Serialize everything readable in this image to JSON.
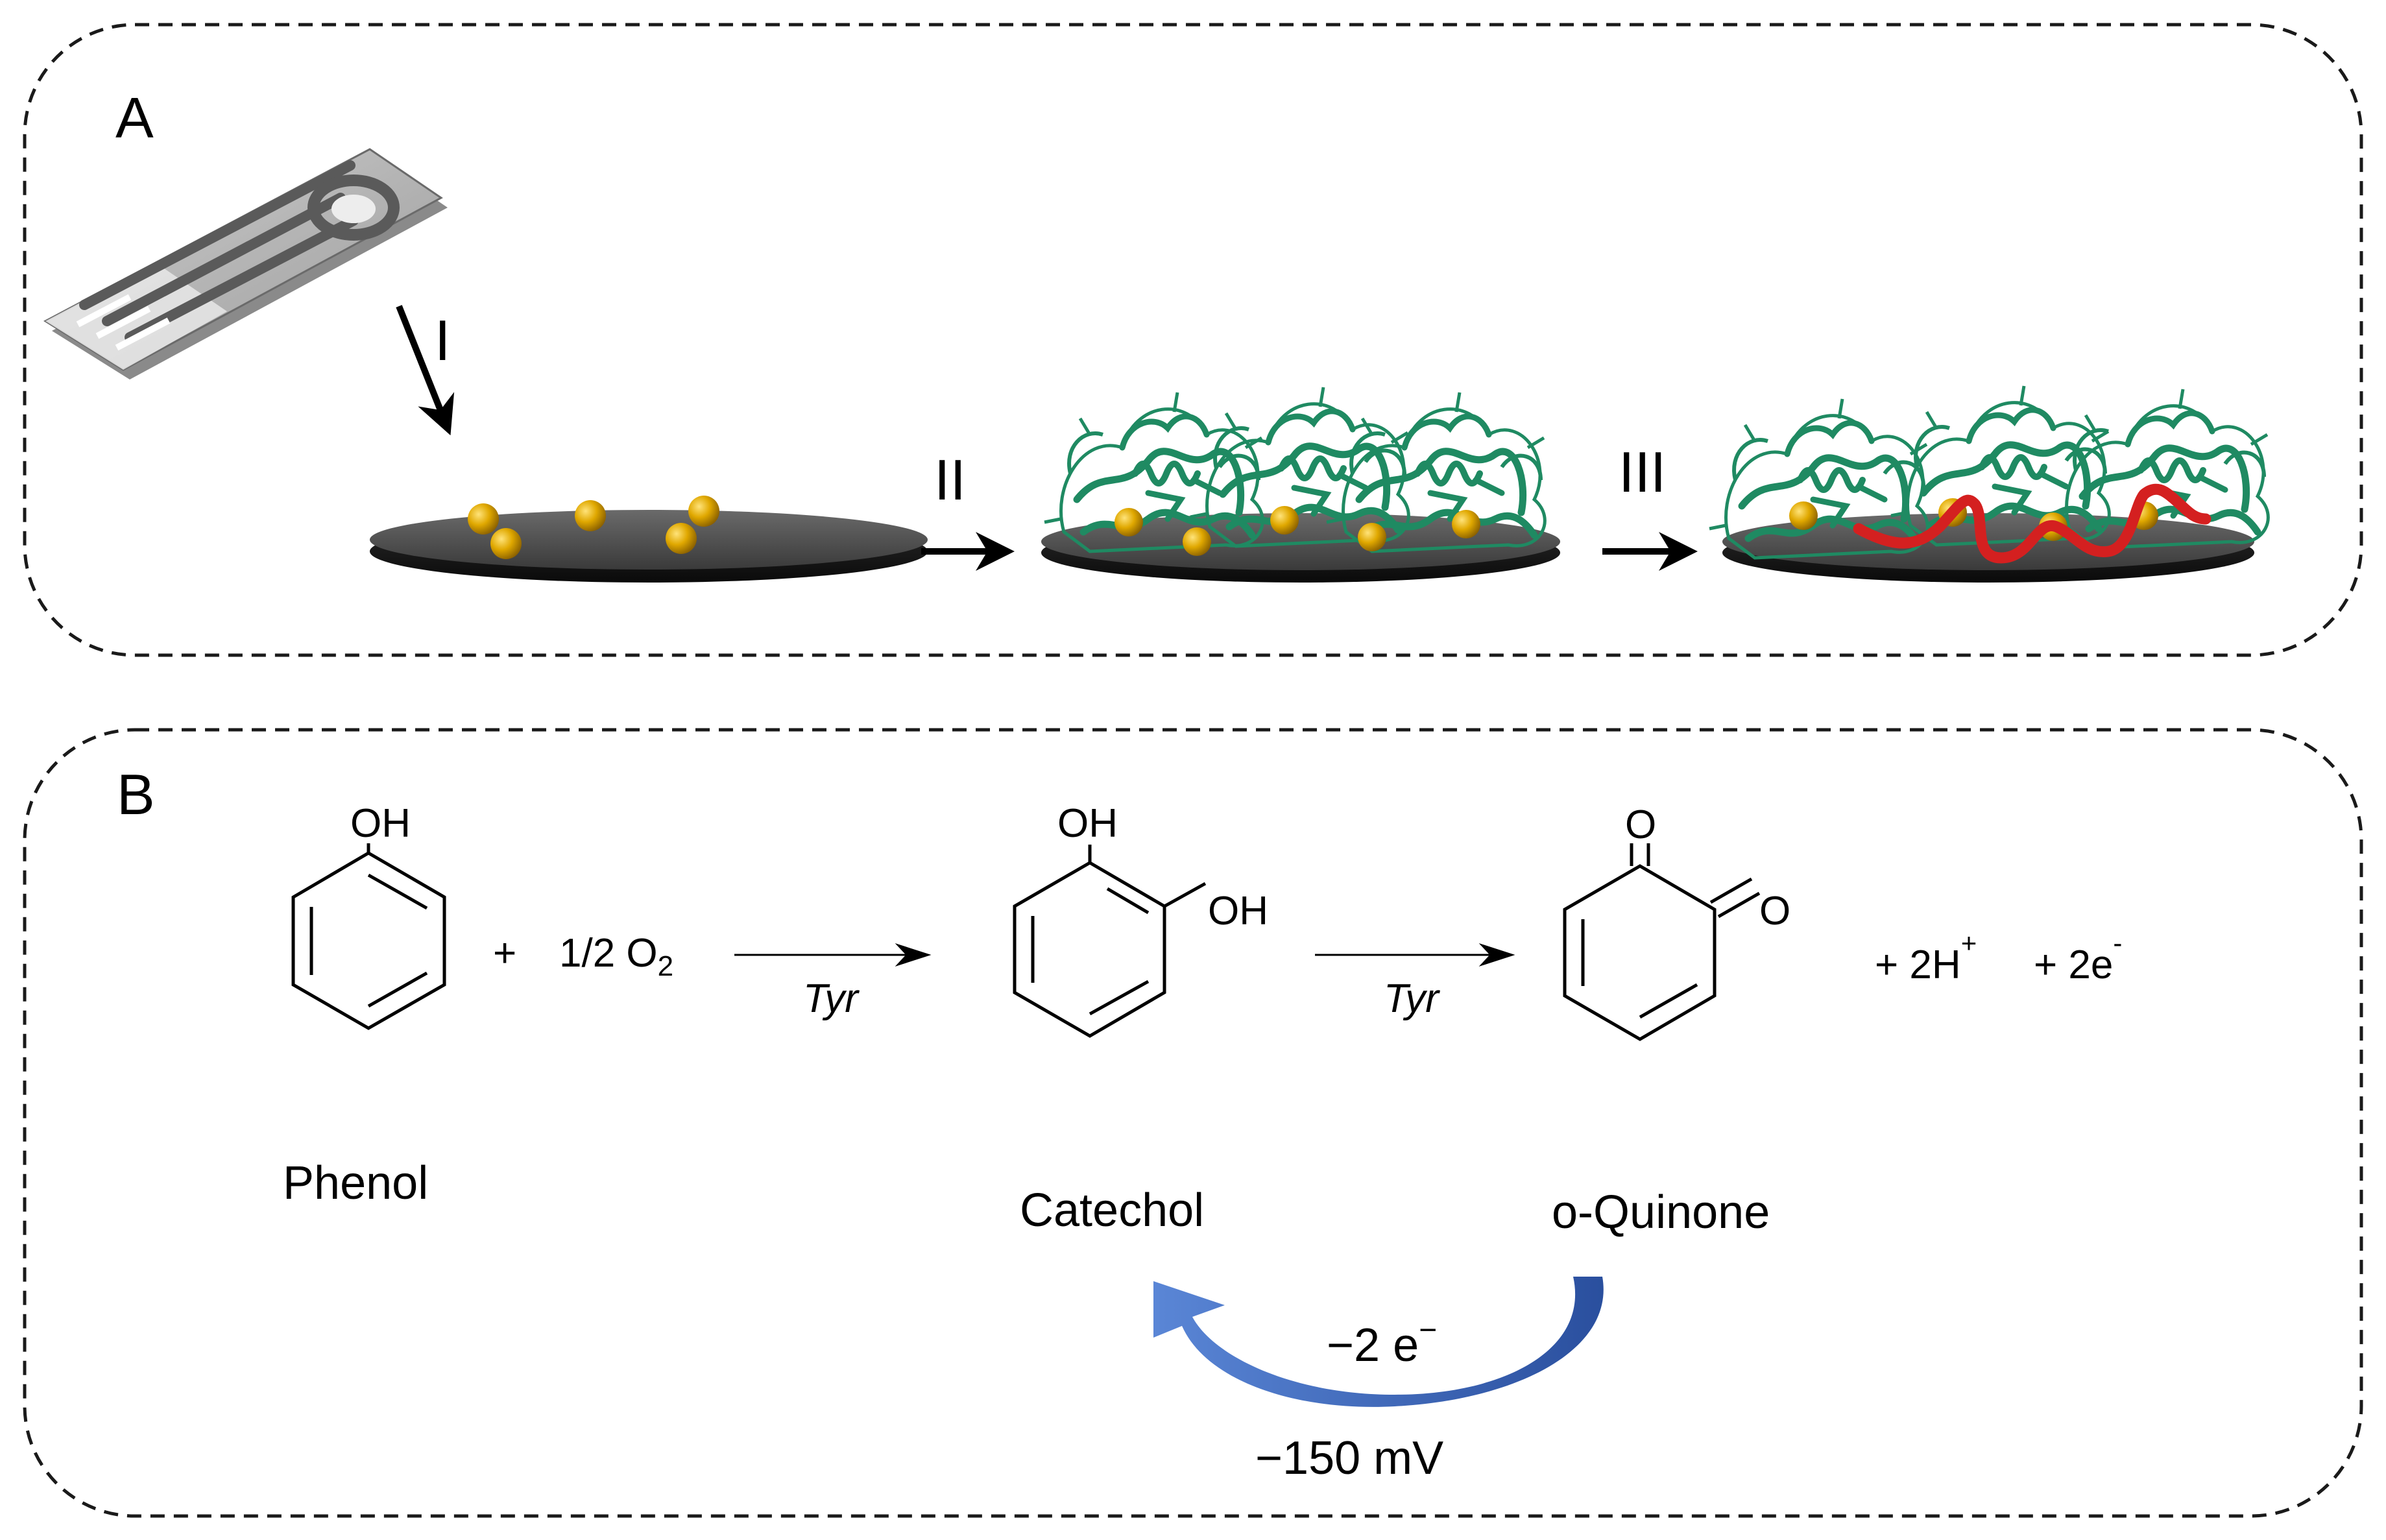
{
  "panel_a": {
    "label": "A",
    "steps": {
      "step1": "I",
      "step2": "II",
      "step3": "III"
    }
  },
  "panel_b": {
    "label": "B",
    "phenol": {
      "substituent": "OH",
      "name": "Phenol"
    },
    "plus_sign": "+",
    "oxygen": {
      "coefficient": "1/2 O",
      "subscript": "2"
    },
    "enzyme_label": "Tyr",
    "catechol": {
      "substituent_1": "OH",
      "substituent_2": "OH",
      "name": "Catechol"
    },
    "quinone": {
      "oxygen_1": "O",
      "oxygen_2": "O",
      "name": "o-Quinone"
    },
    "protons": {
      "text": "+ 2H",
      "superscript": "+"
    },
    "electrons": {
      "text": "+ 2e",
      "superscript": "-"
    },
    "cycle": {
      "electrons": "−2 e",
      "electrons_superscript": "−",
      "potential": "−150 mV"
    }
  },
  "colors": {
    "electrode_disc": "#4b4b4b",
    "gold_nanoparticle": "#d9a400",
    "enzyme": "#1f8a62",
    "linker": "#d42020",
    "cycle_arrow": "#3a62b8",
    "frame": "#1a1a1a"
  }
}
